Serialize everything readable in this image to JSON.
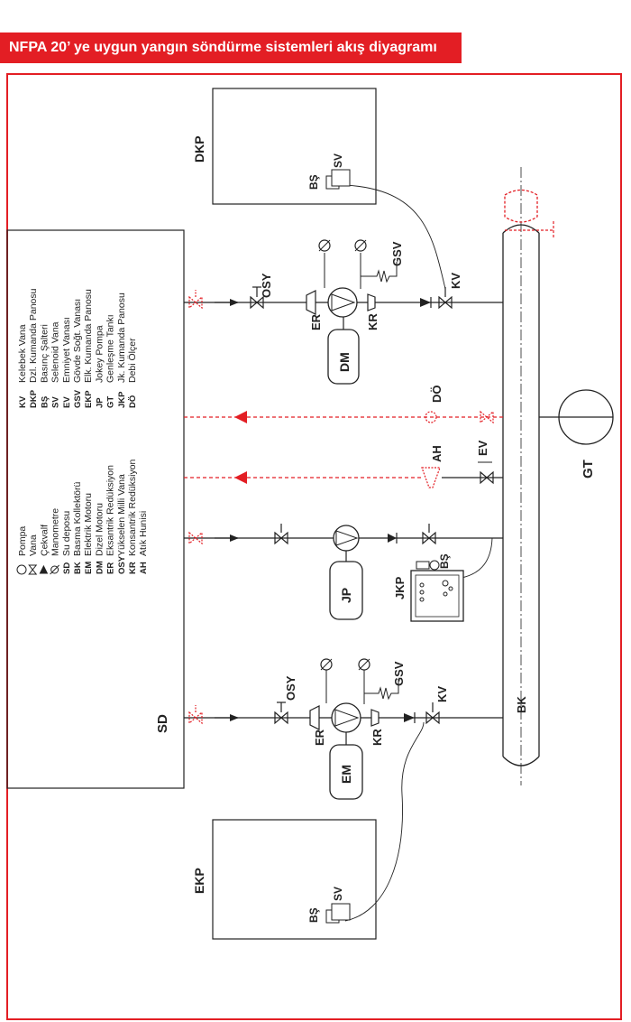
{
  "title": "NFPA 20’ ye uygun yangın söndürme sistemleri akış diyagramı",
  "colors": {
    "accent": "#e31e24",
    "line": "#222222"
  },
  "labels": {
    "dkp": "DKP",
    "ekp": "EKP",
    "sd": "SD",
    "gt": "GT",
    "bk": "BK",
    "dm": "DM",
    "em": "EM",
    "jp": "JP",
    "jkp": "JKP",
    "osy": "OSY",
    "kv": "KV",
    "gsv": "GSV",
    "er": "ER",
    "kr": "KR",
    "do": "DÖ",
    "ah": "AH",
    "ev": "EV",
    "bs": "BŞ",
    "sv": "SV"
  },
  "legend": {
    "symbols": [
      {
        "icon": "pump-icon",
        "text": "Pompa"
      },
      {
        "icon": "valve-icon",
        "text": "Vana"
      },
      {
        "icon": "check-valve-icon",
        "text": "Çekvalf"
      },
      {
        "icon": "manometer-icon",
        "text": "Manometre"
      },
      {
        "code": "SD",
        "text": "Su deposu"
      },
      {
        "code": "BK",
        "text": "Basma Kollektörü"
      },
      {
        "code": "EM",
        "text": "Elektrik Motoru"
      },
      {
        "code": "DM",
        "text": "Dizel Motoru"
      },
      {
        "code": "ER",
        "text": "Eksantrik Redüksiyon"
      },
      {
        "code": "OSY",
        "text": "Yükselen Milli Vana"
      },
      {
        "code": "KR",
        "text": "Konsantrik Redüksiyon"
      },
      {
        "code": "AH",
        "text": "Atık Hunisi"
      }
    ],
    "codes": [
      {
        "code": "KV",
        "text": "Kelebek Vana"
      },
      {
        "code": "DKP",
        "text": "Dzl. Kumanda Panosu"
      },
      {
        "code": "BŞ",
        "text": "Basınç Şalteri"
      },
      {
        "code": "SV",
        "text": "Selenoid Vana"
      },
      {
        "code": "EV",
        "text": "Emniyet Vanası"
      },
      {
        "code": "GSV",
        "text": "Gövde Soğt. Vanası"
      },
      {
        "code": "EKP",
        "text": "Elk. Kumanda Panosu"
      },
      {
        "code": "JP",
        "text": "Jokey Pompa"
      },
      {
        "code": "GT",
        "text": "Genleşme Tankı"
      },
      {
        "code": "JKP",
        "text": "Jk. Kumanda Panosu"
      },
      {
        "code": "DÖ",
        "text": "Debi Ölçer"
      }
    ]
  }
}
